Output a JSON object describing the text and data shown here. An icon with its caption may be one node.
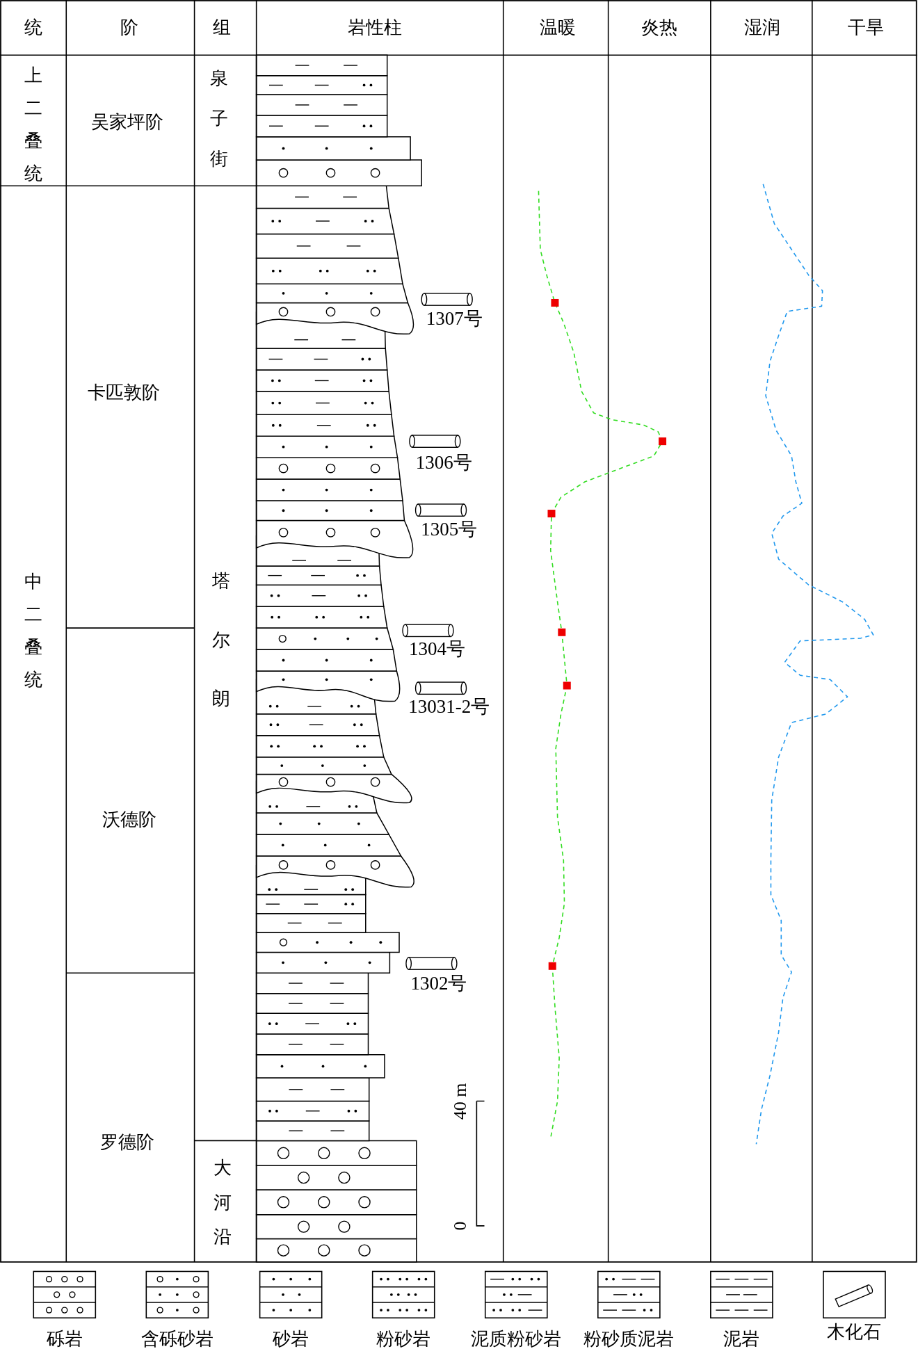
{
  "diagram": {
    "labels": [
      "统",
      "阶",
      "组",
      "岩性柱",
      "温暖",
      "炎热",
      "湿润",
      "干旱",
      "上二叠统",
      "吴家坪阶",
      "泉子街",
      "中二叠统",
      "卡匹敦阶",
      "塔尔朗",
      "沃德阶",
      "罗德阶",
      "大河沿",
      "1307号",
      "1306号",
      "1305号",
      "1304号",
      "13031-2号",
      "1302号",
      "40 m",
      "0"
    ],
    "legend": [
      {
        "text": "砾岩"
      },
      {
        "text": "含砾砂岩"
      },
      {
        "text": "砂岩"
      },
      {
        "text": "粉砂岩"
      },
      {
        "text": "泥质粉砂岩"
      },
      {
        "text": "粉砂质泥岩"
      },
      {
        "text": "泥岩"
      },
      {
        "text": "木化石"
      }
    ]
  }
}
